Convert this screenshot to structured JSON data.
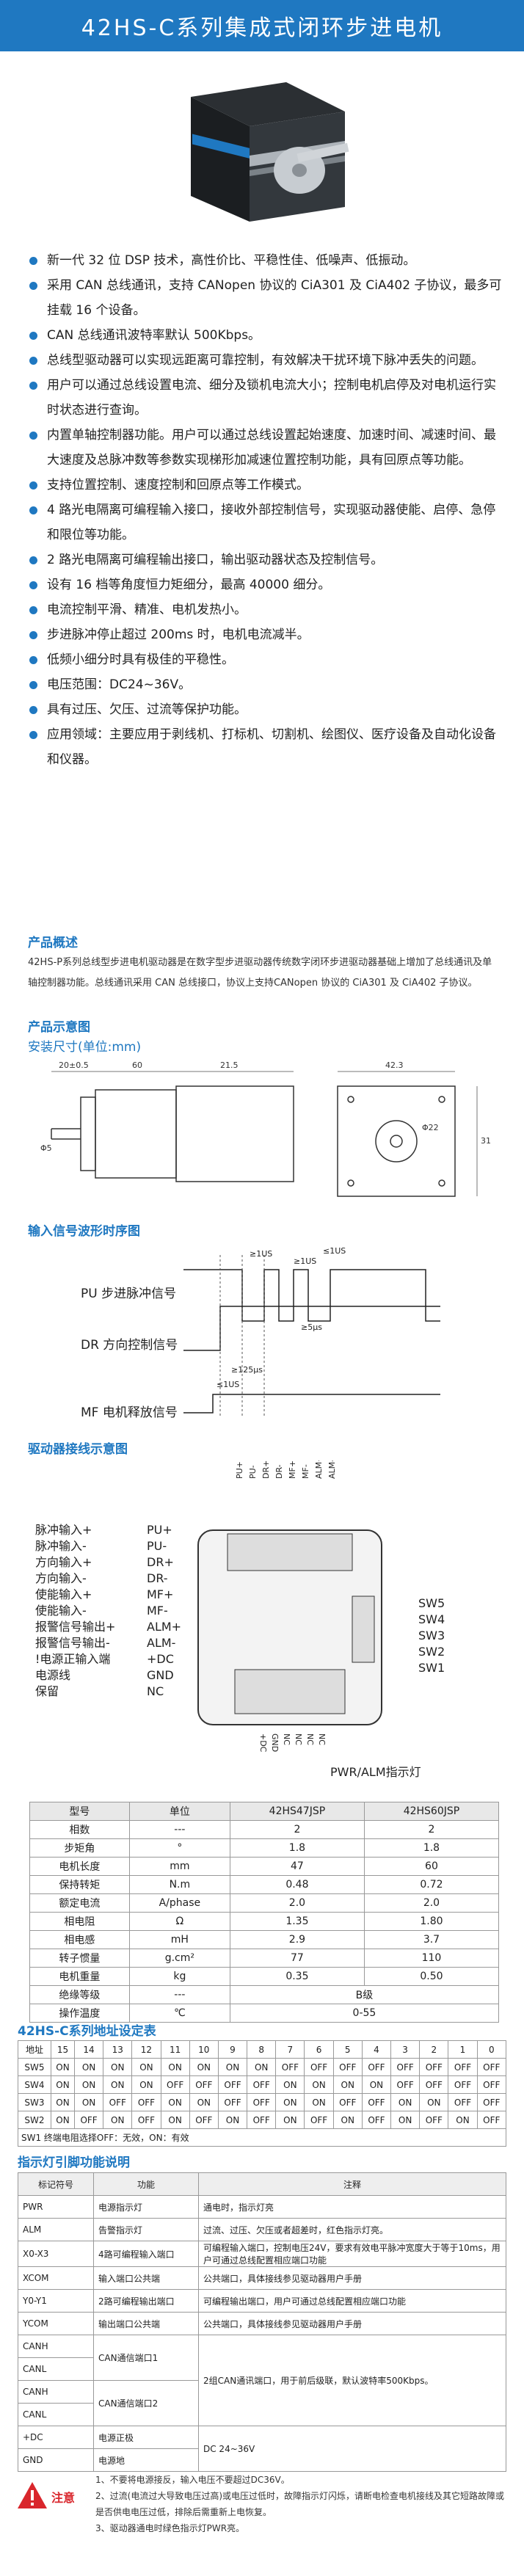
{
  "title": "42HS-C系列集成式闭环步进电机",
  "features": [
    "新一代 32 位 DSP 技术，高性价比、平稳性佳、低噪声、低振动。",
    "采用 CAN 总线通讯，支持 CANopen 协议的 CiA301 及 CiA402 子协议，最多可挂载 16 个设备。",
    "CAN 总线通讯波特率默认 500Kbps。",
    "总线型驱动器可以实现远距离可靠控制，有效解决干扰环境下脉冲丢失的问题。",
    "用户可以通过总线设置电流、细分及锁机电流大小；控制电机启停及对电机运行实时状态进行查询。",
    "内置单轴控制器功能。用户可以通过总线设置起始速度、加速时间、减速时间、最大速度及总脉冲数等参数实现梯形加减速位置控制功能，具有回原点等功能。",
    "支持位置控制、速度控制和回原点等工作模式。",
    "4 路光电隔离可编程输入接口，接收外部控制信号，实现驱动器使能、启停、急停和限位等功能。",
    "2 路光电隔离可编程输出接口，输出驱动器状态及控制信号。",
    "设有 16 档等角度恒力矩细分，最高 40000 细分。",
    "电流控制平滑、精准、电机发热小。",
    "步进脉冲停止超过 200ms 时，电机电流减半。",
    "低频小细分时具有极佳的平稳性。",
    "电压范围：DC24~36V。",
    "具有过压、欠压、过流等保护功能。",
    "应用领域：主要应用于剥线机、打标机、切割机、绘图仪、医疗设备及自动化设备和仪器。"
  ],
  "overview": {
    "heading": "产品概述",
    "text": "42HS-P系列总线型步进电机驱动器是在数字型步进驱动器传统数字闭环步进驱动器基础上增加了总线通讯及单轴控制器功能。总线通讯采用 CAN 总线接口，协议上支持CANopen 协议的 CiA301 及 CiA402 子协议。"
  },
  "schematic": {
    "heading": "产品示意图",
    "dims_heading": "安装尺寸(单位:mm)",
    "dims": [
      "20±0.5",
      "60",
      "21.5",
      "42.3",
      "Φ5",
      "31",
      "Φ22"
    ]
  },
  "timing": {
    "heading": "输入信号波形时序图",
    "signals": [
      "PU 步进脉冲信号",
      "DR 方向控制信号",
      "MF 电机释放信号"
    ],
    "labels": [
      "≤1US",
      "≥1US",
      "≥1US",
      "≥5μs",
      "≥125μs",
      "≤1US"
    ]
  },
  "wiring": {
    "heading": "驱动器接线示意图",
    "left_labels": [
      "脉冲输入+",
      "脉冲输入-",
      "方向输入+",
      "方向输入-",
      "使能输入+",
      "使能输入-",
      "报警信号输出+",
      "报警信号输出-",
      "!电源正输入端",
      "电源线",
      "保留"
    ],
    "pins": [
      "PU+",
      "PU-",
      "DR+",
      "DR-",
      "MF+",
      "MF-",
      "ALM+",
      "ALM-",
      "+DC",
      "GND",
      "NC"
    ],
    "top_pins": [
      "PU+",
      "PU-",
      "DR+",
      "DR-",
      "MF+",
      "MF-",
      "ALM+",
      "ALM-"
    ],
    "bottom_pins": [
      "+DC",
      "GND",
      "NC",
      "NC",
      "NC",
      "NC"
    ],
    "switches": [
      "SW5",
      "SW4",
      "SW3",
      "SW2",
      "SW1"
    ],
    "led_label": "PWR/ALM指示灯"
  },
  "spec_table": {
    "headers": [
      "型号",
      "单位",
      "42HS47JSP",
      "42HS60JSP"
    ],
    "rows": [
      [
        "相数",
        "---",
        "2",
        "2"
      ],
      [
        "步矩角",
        "°",
        "1.8",
        "1.8"
      ],
      [
        "电机长度",
        "mm",
        "47",
        "60"
      ],
      [
        "保持转矩",
        "N.m",
        "0.48",
        "0.72"
      ],
      [
        "额定电流",
        "A/phase",
        "2.0",
        "2.0"
      ],
      [
        "相电阻",
        "Ω",
        "1.35",
        "1.80"
      ],
      [
        "相电感",
        "mH",
        "2.9",
        "3.7"
      ],
      [
        "转子惯量",
        "g.cm²",
        "77",
        "110"
      ],
      [
        "电机重量",
        "kg",
        "0.35",
        "0.50"
      ],
      [
        "绝缘等级",
        "---",
        "B级",
        ""
      ],
      [
        "操作温度",
        "℃",
        "0-55",
        ""
      ]
    ]
  },
  "address_table": {
    "heading": "42HS-C系列地址设定表",
    "headers": [
      "地址",
      "15",
      "14",
      "13",
      "12",
      "11",
      "10",
      "9",
      "8",
      "7",
      "6",
      "5",
      "4",
      "3",
      "2",
      "1",
      "0"
    ],
    "rows": [
      [
        "SW5",
        "ON",
        "ON",
        "ON",
        "ON",
        "ON",
        "ON",
        "ON",
        "ON",
        "OFF",
        "OFF",
        "OFF",
        "OFF",
        "OFF",
        "OFF",
        "OFF",
        "OFF"
      ],
      [
        "SW4",
        "ON",
        "ON",
        "ON",
        "ON",
        "OFF",
        "OFF",
        "OFF",
        "OFF",
        "ON",
        "ON",
        "ON",
        "ON",
        "OFF",
        "OFF",
        "OFF",
        "OFF"
      ],
      [
        "SW3",
        "ON",
        "ON",
        "OFF",
        "OFF",
        "ON",
        "ON",
        "OFF",
        "OFF",
        "ON",
        "ON",
        "OFF",
        "OFF",
        "ON",
        "ON",
        "OFF",
        "OFF"
      ],
      [
        "SW2",
        "ON",
        "OFF",
        "ON",
        "OFF",
        "ON",
        "OFF",
        "ON",
        "OFF",
        "ON",
        "OFF",
        "ON",
        "OFF",
        "ON",
        "OFF",
        "ON",
        "OFF"
      ]
    ],
    "footer": "SW1 终端电阻选择OFF：无效，ON：有效"
  },
  "pin_table": {
    "heading": "指示灯引脚功能说明",
    "headers": [
      "标记符号",
      "功能",
      "注释"
    ],
    "rows": [
      [
        "PWR",
        "电源指示灯",
        "通电时，指示灯亮"
      ],
      [
        "ALM",
        "告警指示灯",
        "过流、过压、欠压或者超差时，红色指示灯亮。"
      ],
      [
        "X0-X3",
        "4路可编程输入端口",
        "可编程输入端口，控制电压24V，要求有效电平脉冲宽度大于等于10ms，用户可通过总线配置相应端口功能"
      ],
      [
        "XCOM",
        "输入端口公共端",
        "公共端口，具体接线参见驱动器用户手册"
      ],
      [
        "Y0-Y1",
        "2路可编程输出端口",
        "可编程输出端口，用户可通过总线配置相应端口功能"
      ],
      [
        "YCOM",
        "输出端口公共端",
        "公共端口，具体接线参见驱动器用户手册"
      ],
      [
        "CANH",
        "CAN通信端口1",
        "2组CAN通讯端口，用于前后级联，默认波特率500Kbps。"
      ],
      [
        "CANL",
        "",
        ""
      ],
      [
        "CANH",
        "CAN通信端口2",
        ""
      ],
      [
        "CANL",
        "",
        ""
      ],
      [
        "+DC",
        "电源正极",
        "DC 24~36V"
      ],
      [
        "GND",
        "电源地",
        ""
      ]
    ]
  },
  "notes": {
    "label": "注意",
    "items": [
      "1、不要将电源接反，输入电压不要超过DC36V。",
      "2、过流(电流过大导致电压过高)或电压过低时，故障指示灯闪烁，请断电检查电机接线及其它短路故障或是否供电电压过低，排除后需重新上电恢复。",
      "3、驱动器通电时绿色指示灯PWR亮。"
    ]
  },
  "colors": {
    "accent": "#1f78c1",
    "warn": "#d9262c"
  }
}
